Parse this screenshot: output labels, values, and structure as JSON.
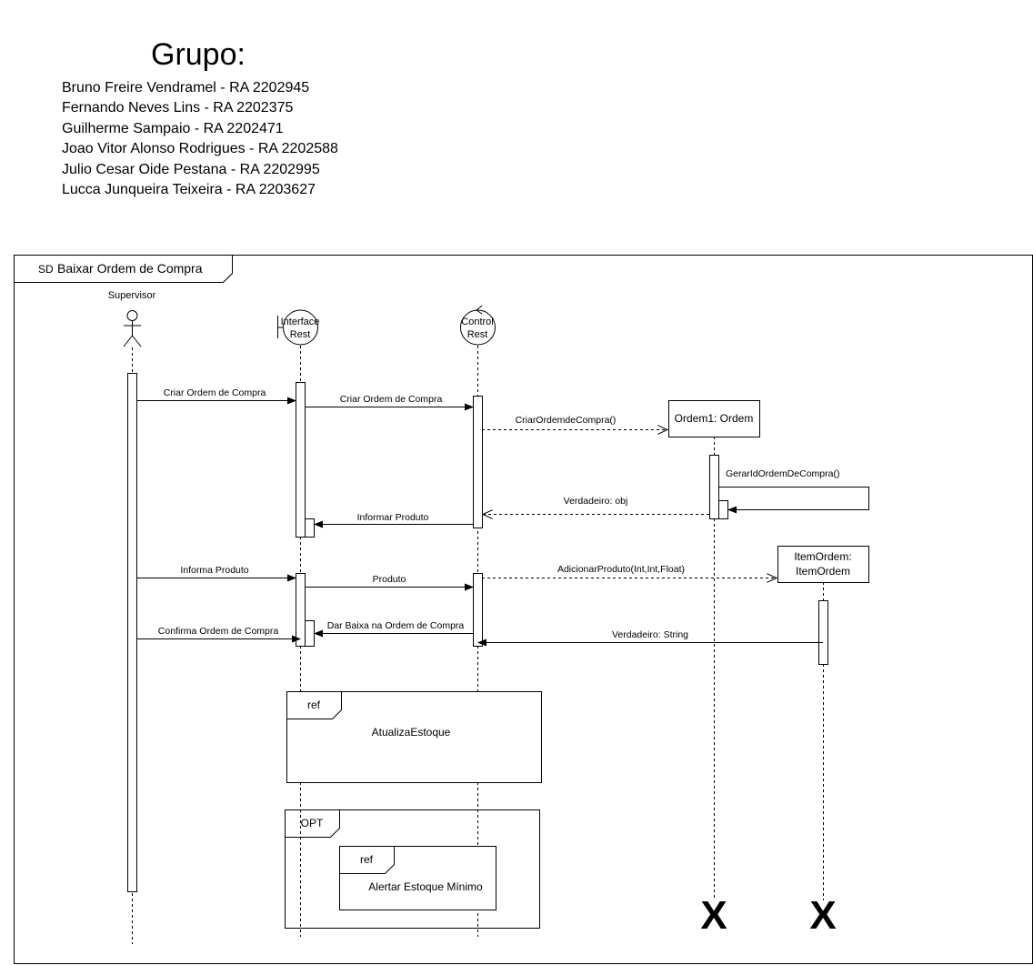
{
  "header": {
    "title": "Grupo:",
    "members": [
      "Bruno Freire Vendramel - RA 2202945",
      "Fernando Neves Lins - RA 2202375",
      "Guilherme Sampaio - RA 2202471",
      "Joao Vitor Alonso Rodrigues - RA 2202588",
      "Julio Cesar Oide Pestana - RA 2202995",
      "Lucca Junqueira Teixeira - RA 2203627"
    ]
  },
  "diagram": {
    "frame": {
      "keyword": "SD",
      "name": "Baixar Ordem de Compra"
    },
    "lifelines": {
      "supervisor": "Supervisor",
      "interface_line1": "Interface",
      "interface_line2": "Rest",
      "control_line1": "Control",
      "control_line2": "Rest",
      "ordem": "Ordem1: Ordem",
      "item_line1": "ItemOrdem:",
      "item_line2": "ItemOrdem"
    },
    "messages": {
      "m1": "Criar Ordem de Compra",
      "m2": "Criar Ordem de Compra",
      "m3": "CriarOrdemdeCompra()",
      "m4": "GerarIdOrdemDeCompra()",
      "m5": "Verdadeiro: obj",
      "m6": "Informar Produto",
      "m7": "Informa Produto",
      "m8": "Produto",
      "m9": "AdicionarProduto(Int,Int,Float)",
      "m10": "Dar Baixa na Ordem de Compra",
      "m11": "Confirma Ordem de Compra",
      "m12": "Verdadeiro: String"
    },
    "fragments": {
      "ref1_keyword": "ref",
      "ref1_name": "AtualizaEstoque",
      "opt_keyword": "OPT",
      "ref2_keyword": "ref",
      "ref2_name": "Alertar Estoque Mínimo"
    },
    "destroy_ordem": "X",
    "destroy_item": "X"
  }
}
